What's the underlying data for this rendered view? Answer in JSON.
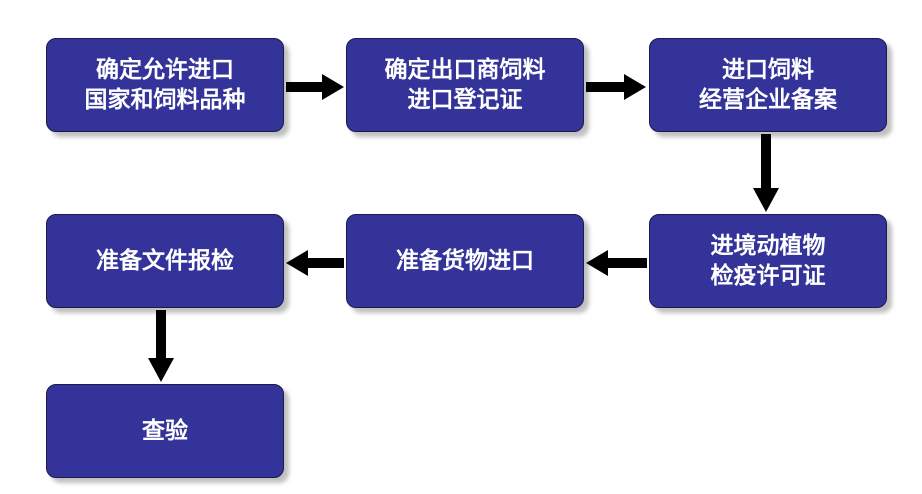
{
  "steps": [
    {
      "lines": [
        "确定允许进口",
        "国家和饲料品种"
      ]
    },
    {
      "lines": [
        "确定出口商饲料",
        "进口登记证"
      ]
    },
    {
      "lines": [
        "进口饲料",
        "经营企业备案"
      ]
    },
    {
      "lines": [
        "进境动植物",
        "检疫许可证"
      ]
    },
    {
      "lines": [
        "准备货物进口"
      ]
    },
    {
      "lines": [
        "准备文件报检"
      ]
    },
    {
      "lines": [
        "查验"
      ]
    }
  ],
  "colors": {
    "box_fill": "#333399",
    "box_text": "#ffffff",
    "arrow": "#000000"
  }
}
